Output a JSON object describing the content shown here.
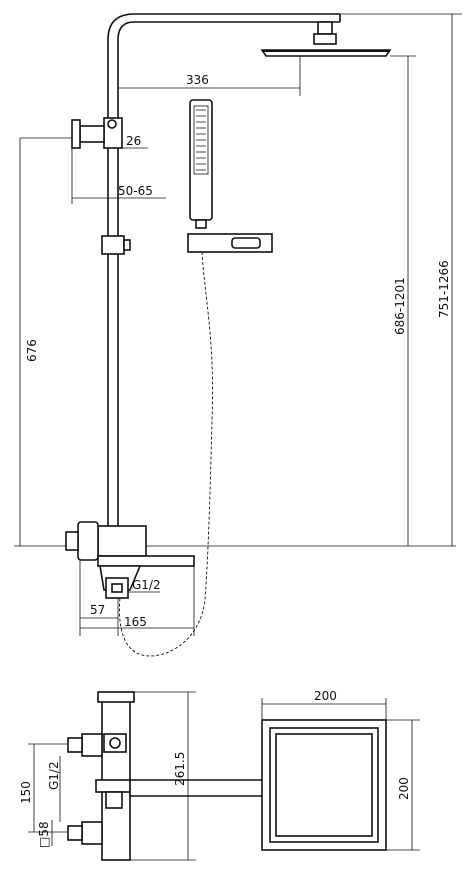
{
  "dimensions": {
    "arm_reach": "336",
    "bracket_depth": "26",
    "wall_range": "50-65",
    "mixer_to_bracket": "676",
    "head_height": "686-1201",
    "total_height": "751-1266",
    "inlet_thread": "G1/2",
    "inlet_offset": "57",
    "spout_length": "165",
    "head_width": "200",
    "head_depth": "200",
    "side_height": "261.5",
    "inlet_spacing": "150",
    "side_thread": "G1/2",
    "inlet_square": "□58"
  }
}
